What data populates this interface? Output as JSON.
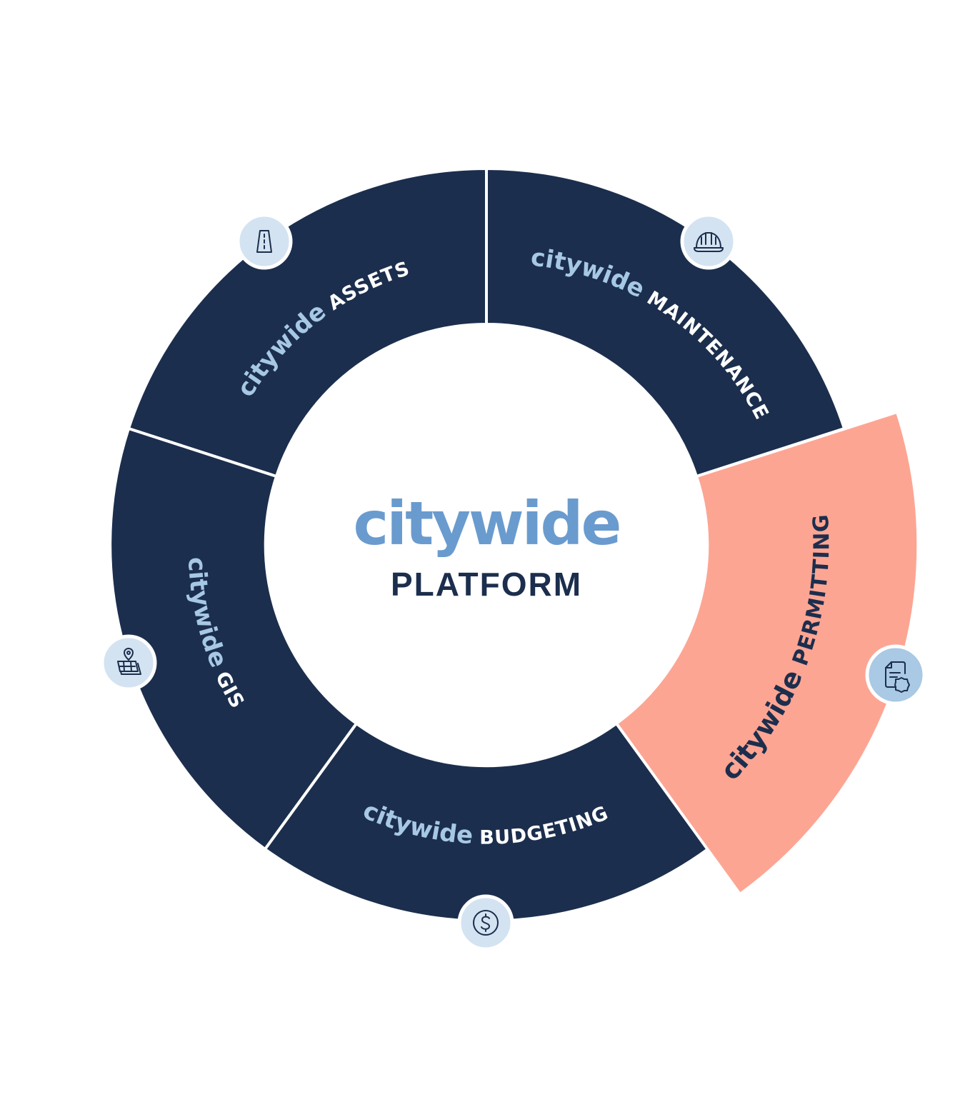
{
  "colors": {
    "navy": "#1c2e4d",
    "accent": "#fda593",
    "brand_blue": "#6a9bce",
    "label_blue": "#a6c8e5",
    "icon_bg": "#d3e3f1",
    "icon_bg_active": "#a9c9e4",
    "white": "#ffffff"
  },
  "center": {
    "brand": "citywide",
    "title": "PLATFORM"
  },
  "modules": [
    {
      "brand": "citywide",
      "name": "ASSETS",
      "icon": "road-icon",
      "highlighted": false
    },
    {
      "brand": "citywide",
      "name": "MAINTENANCE",
      "icon": "hard-hat-icon",
      "highlighted": false
    },
    {
      "brand": "citywide",
      "name": "PERMITTING",
      "icon": "permit-document-icon",
      "highlighted": true
    },
    {
      "brand": "citywide",
      "name": "BUDGETING",
      "icon": "dollar-coin-icon",
      "highlighted": false
    },
    {
      "brand": "citywide",
      "name": "GIS",
      "icon": "map-pin-icon",
      "highlighted": false
    }
  ]
}
